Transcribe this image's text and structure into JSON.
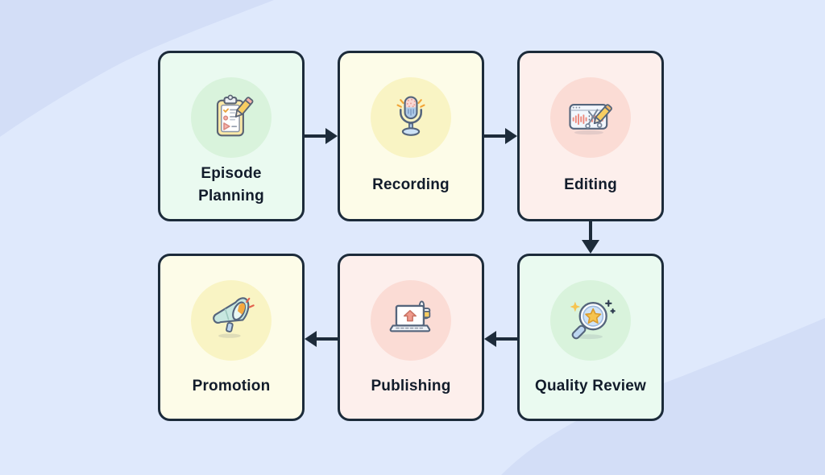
{
  "background": {
    "base_color": "#dfe9fc",
    "wave_color": "#d3def7"
  },
  "flowchart": {
    "steps": [
      {
        "id": "episode-planning",
        "label": "Episode Planning",
        "icon": "clipboard-checklist-icon",
        "card_color": "#eafaf0",
        "circle_color": "#d9f3dc"
      },
      {
        "id": "recording",
        "label": "Recording",
        "icon": "microphone-icon",
        "card_color": "#fdfce8",
        "circle_color": "#f9f4c4"
      },
      {
        "id": "editing",
        "label": "Editing",
        "icon": "audio-editing-icon",
        "card_color": "#fdefec",
        "circle_color": "#fbdcd5"
      },
      {
        "id": "quality-review",
        "label": "Quality Review",
        "icon": "magnifier-star-icon",
        "card_color": "#eafaf0",
        "circle_color": "#d9f3dc"
      },
      {
        "id": "publishing",
        "label": "Publishing",
        "icon": "laptop-upload-icon",
        "card_color": "#fdefec",
        "circle_color": "#fbdcd5"
      },
      {
        "id": "promotion",
        "label": "Promotion",
        "icon": "megaphone-icon",
        "card_color": "#fdfce8",
        "circle_color": "#f9f4c4"
      }
    ],
    "arrows": [
      {
        "from": "episode-planning",
        "to": "recording",
        "direction": "right"
      },
      {
        "from": "recording",
        "to": "editing",
        "direction": "right"
      },
      {
        "from": "editing",
        "to": "quality-review",
        "direction": "down"
      },
      {
        "from": "quality-review",
        "to": "publishing",
        "direction": "left"
      },
      {
        "from": "publishing",
        "to": "promotion",
        "direction": "left"
      }
    ],
    "colors": {
      "card_border": "#1c2b3a",
      "arrow": "#1d2b3a",
      "label_text": "#121c2b"
    }
  }
}
